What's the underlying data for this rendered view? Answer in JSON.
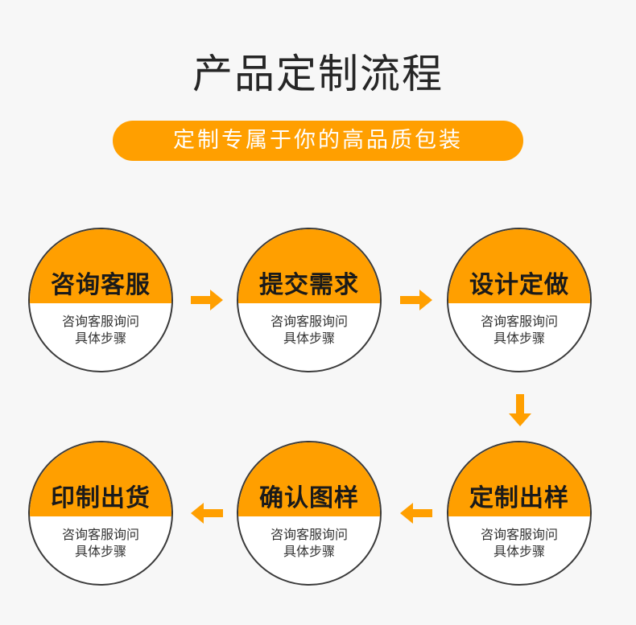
{
  "header": {
    "title": "产品定制流程",
    "subtitle": "定制专属于你的高品质包装"
  },
  "colors": {
    "accent": "#ff9f00",
    "circle_border": "#3a3a3a",
    "background": "#f7f7f7"
  },
  "steps": [
    {
      "title": "咨询客服",
      "desc": "咨询客服询问具体步骤"
    },
    {
      "title": "提交需求",
      "desc": "咨询客服询问具体步骤"
    },
    {
      "title": "设计定做",
      "desc": "咨询客服询问具体步骤"
    },
    {
      "title": "定制出样",
      "desc": "咨询客服询问具体步骤"
    },
    {
      "title": "确认图样",
      "desc": "咨询客服询问具体步骤"
    },
    {
      "title": "印制出货",
      "desc": "咨询客服询问具体步骤"
    }
  ],
  "arrows": [
    {
      "icon": "arrow-right-icon"
    },
    {
      "icon": "arrow-right-icon"
    },
    {
      "icon": "arrow-down-icon"
    },
    {
      "icon": "arrow-left-icon"
    },
    {
      "icon": "arrow-left-icon"
    }
  ]
}
